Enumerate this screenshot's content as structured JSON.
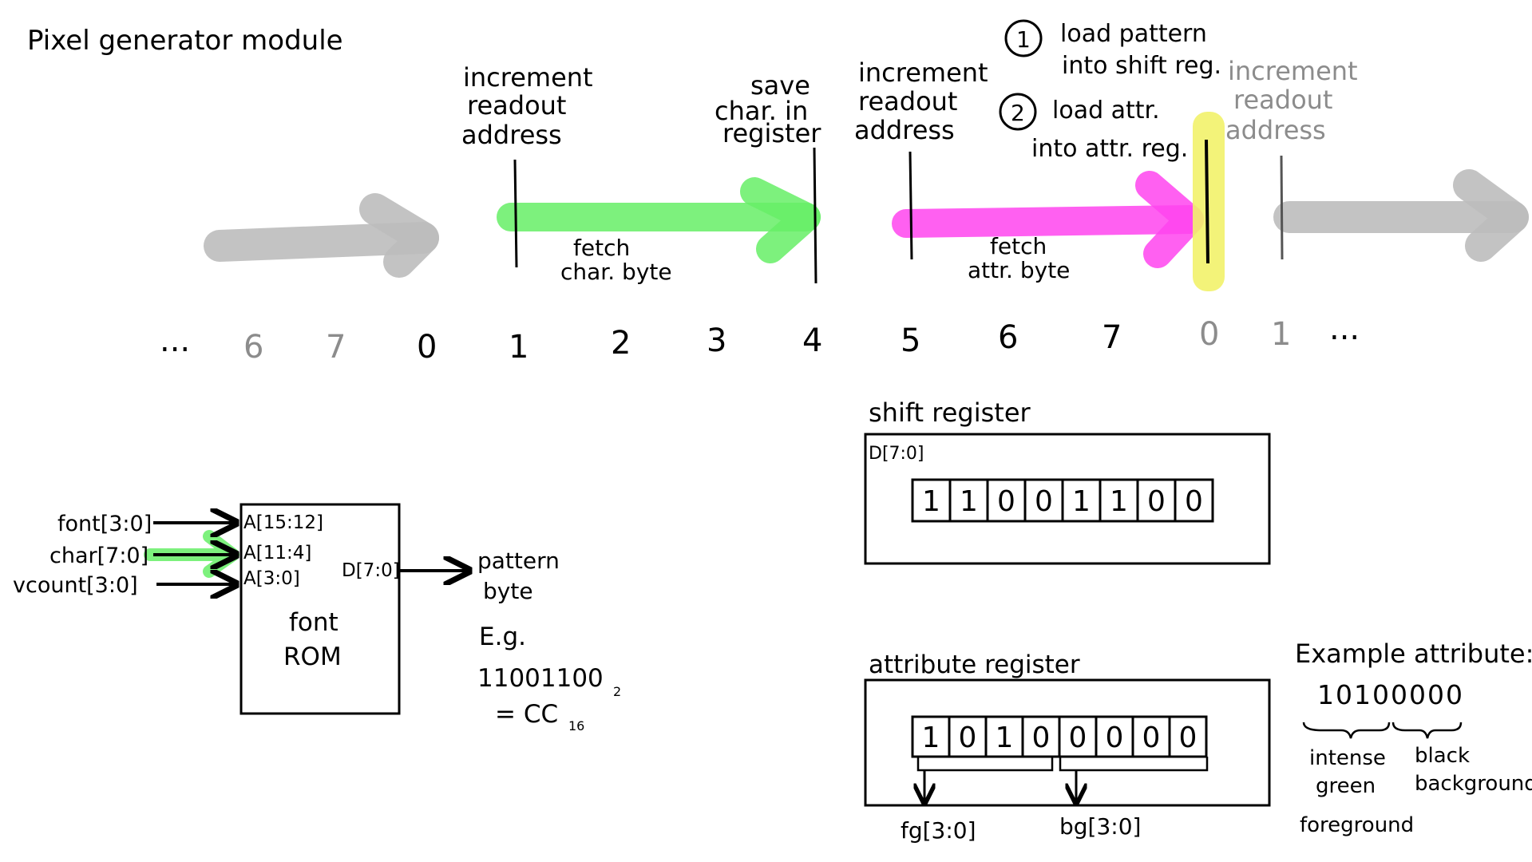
{
  "title": "Pixel generator module",
  "colors": {
    "ink": "#000000",
    "gray": "#8c8c8c",
    "green": "#66ee66",
    "magenta": "#ff44ee",
    "yellow": "#f2f26a",
    "arrow_gray": "#bdbdbd"
  },
  "timeline": {
    "ticks": [
      "...",
      "6",
      "7",
      "0",
      "1",
      "2",
      "3",
      "4",
      "5",
      "6",
      "7",
      "0",
      "1",
      "..."
    ],
    "events": {
      "increment1": [
        "increment",
        "readout",
        "address"
      ],
      "save_char": [
        "save",
        "char. in",
        "register"
      ],
      "increment2": [
        "increment",
        "readout",
        "address"
      ],
      "load_pattern": [
        "load pattern",
        "into shift reg."
      ],
      "load_attr": [
        "load attr.",
        "into attr. reg."
      ],
      "increment3": [
        "increment",
        "readout",
        "address"
      ],
      "step1": "1",
      "step2": "2"
    },
    "arrows": {
      "fetch_char": [
        "fetch",
        "char. byte"
      ],
      "fetch_attr": [
        "fetch",
        "attr. byte"
      ]
    }
  },
  "font_rom": {
    "inputs": [
      "font[3:0]",
      "char[7:0]",
      "vcount[3:0]"
    ],
    "ports": [
      "A[15:12]",
      "A[11:4]",
      "A[3:0]"
    ],
    "output_port": "D[7:0]",
    "name": [
      "font",
      "ROM"
    ],
    "output_label": [
      "pattern",
      "byte"
    ],
    "example": {
      "eg": "E.g.",
      "binary": "11001100",
      "binary_sub": "2",
      "hex": "= CC",
      "hex_sub": "16"
    }
  },
  "shift_register": {
    "title": "shift register",
    "port": "D[7:0]",
    "bits": [
      "1",
      "1",
      "0",
      "0",
      "1",
      "1",
      "0",
      "0"
    ]
  },
  "attribute_register": {
    "title": "attribute register",
    "bits": [
      "1",
      "0",
      "1",
      "0",
      "0",
      "0",
      "0",
      "0"
    ],
    "fg": "fg[3:0]",
    "bg": "bg[3:0]"
  },
  "example_attribute": {
    "title": "Example attribute:",
    "value": "10100000",
    "fg_label": [
      "intense",
      "green",
      "foreground"
    ],
    "bg_label": [
      "black",
      "background"
    ]
  }
}
